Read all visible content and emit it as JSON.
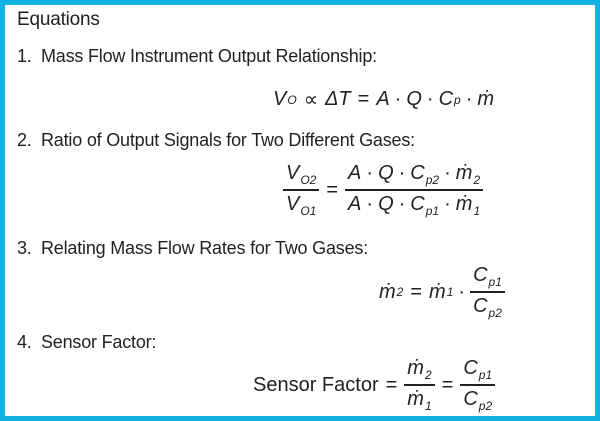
{
  "colors": {
    "border": "#12b2e2",
    "text": "#231f20",
    "background": "#ffffff"
  },
  "title": "Equations",
  "items": [
    {
      "num": "1.",
      "label": "Mass Flow Instrument Output Relationship:"
    },
    {
      "num": "2.",
      "label": "Ratio of Output Signals for Two Different Gases:"
    },
    {
      "num": "3.",
      "label": "Relating Mass Flow Rates for Two Gases:"
    },
    {
      "num": "4.",
      "label": "Sensor Factor:"
    }
  ],
  "eq1": {
    "v": "V",
    "v_sub": "O",
    "prop": "∝",
    "delta_t": "ΔT",
    "eq": "=",
    "a": "A",
    "mul": "·",
    "q": "Q",
    "c": "C",
    "c_sub": "p",
    "mdot": "ṁ"
  },
  "eq2": {
    "v": "V",
    "sub_o2": "O2",
    "sub_o1": "O1",
    "eq": "=",
    "a": "A",
    "mul": "·",
    "q": "Q",
    "c": "C",
    "sub_p2": "p2",
    "sub_p1": "p1",
    "mdot": "ṁ",
    "sub_2": "2",
    "sub_1": "1"
  },
  "eq3": {
    "mdot": "ṁ",
    "sub_2": "2",
    "eq": "=",
    "sub_1": "1",
    "mul": "·",
    "c": "C",
    "sub_p1": "p1",
    "sub_p2": "p2"
  },
  "eq4": {
    "label": "Sensor Factor",
    "eq": "=",
    "mdot": "ṁ",
    "sub_2": "2",
    "sub_1": "1",
    "c": "C",
    "sub_p1": "p1",
    "sub_p2": "p2"
  }
}
